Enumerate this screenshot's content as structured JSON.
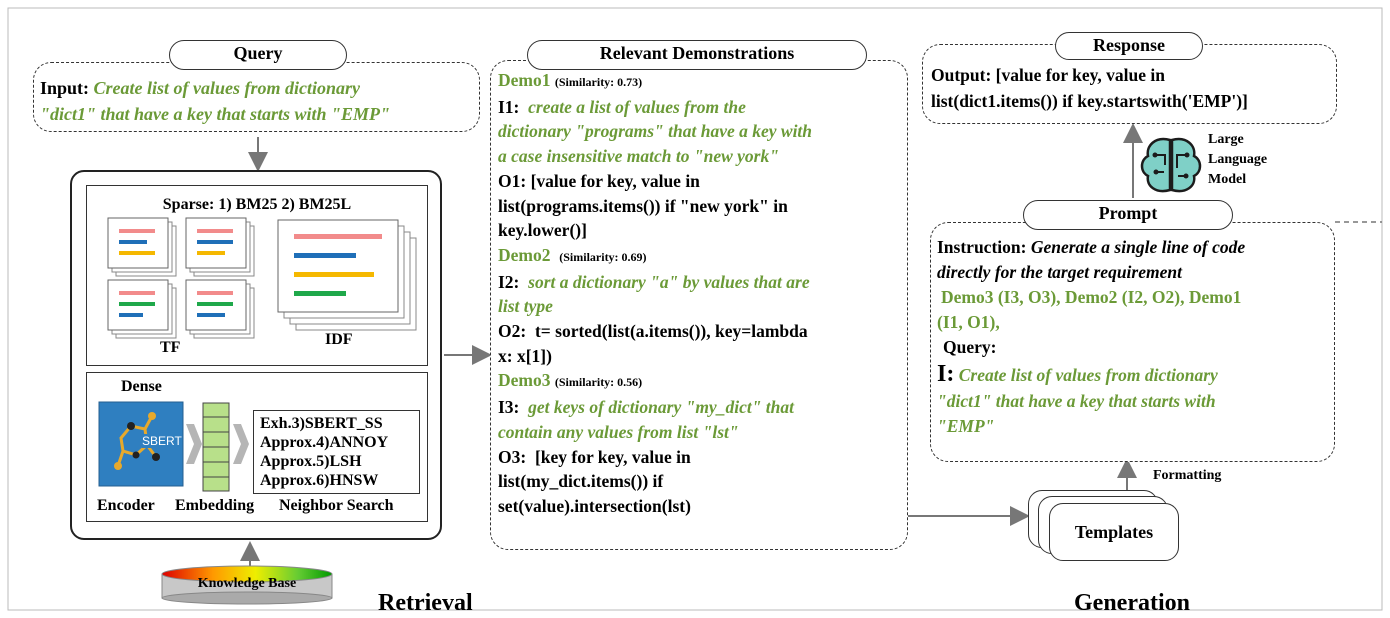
{
  "query": {
    "title": "Query",
    "input_label": "Input:",
    "input_lines": [
      "Create list of values from dictionary",
      "\"dict1\" that have a key that starts with \"EMP\""
    ]
  },
  "retrieval": {
    "sparse_title": "Sparse: 1) BM25 2) BM25L",
    "tf_label": "TF",
    "idf_label": "IDF",
    "dense_title": "Dense",
    "sbert_logo": "SBERT",
    "search_methods": [
      "Exh.3)SBERT_SS",
      "Approx.4)ANNOY",
      "Approx.5)LSH",
      "Approx.6)HNSW"
    ],
    "encoder_label": "Encoder",
    "embedding_label": "Embedding",
    "neighbor_label": "Neighbor Search",
    "knowledge_base": "Knowledge Base",
    "section_label": "Retrieval"
  },
  "demonstrations": {
    "title": "Relevant Demonstrations",
    "demos": [
      {
        "name": "Demo1",
        "similarity": "(Similarity: 0.73)",
        "input_label": "I1:",
        "input_lines": [
          "create a list of values from the",
          "dictionary \"programs\" that have a key with",
          "a case insensitive match to \"new york\""
        ],
        "output_label": "O1:",
        "output_lines": [
          "[value for key, value in",
          "list(programs.items()) if \"new york\" in",
          "key.lower()]"
        ]
      },
      {
        "name": "Demo2",
        "similarity": "(Similarity: 0.69)",
        "input_label": "I2:",
        "input_lines": [
          "sort a dictionary \"a\" by values that are",
          "list type"
        ],
        "output_label": "O2:",
        "output_lines": [
          "t= sorted(list(a.items()), key=lambda",
          "x: x[1])"
        ]
      },
      {
        "name": "Demo3",
        "similarity": "(Similarity: 0.56)",
        "input_label": "I3:",
        "input_lines": [
          "get keys of dictionary \"my_dict\" that",
          "contain any values from list \"lst\""
        ],
        "output_label": "O3:",
        "output_lines": [
          "[key for key, value in",
          "list(my_dict.items()) if",
          "set(value).intersection(lst)"
        ]
      }
    ]
  },
  "response": {
    "title": "Response",
    "output_label": "Output:",
    "output_lines": [
      "[value for key, value in",
      "list(dict1.items()) if key.startswith('EMP')]"
    ]
  },
  "llm": {
    "lines": [
      "Large",
      "Language",
      "Model"
    ]
  },
  "prompt": {
    "title": "Prompt",
    "instruction_label": "Instruction:",
    "instruction_lines": [
      "Generate a single line of code",
      "directly  for the target requirement"
    ],
    "demos_lines": [
      "Demo3 (I3, O3), Demo2 (I2, O2), Demo1",
      "(I1, O1),"
    ],
    "query_label": "Query:",
    "i_label": "I:",
    "query_lines": [
      "Create list of values from dictionary",
      "\"dict1\"   that have a key that starts with",
      "\"EMP\""
    ]
  },
  "formatting_label": "Formatting",
  "templates_label": "Templates",
  "generation_label": "Generation",
  "colors": {
    "green": "#6b9a37",
    "red": "#f28b8b",
    "blue": "#1f6fb8",
    "yellow": "#f5b800",
    "dgreen": "#1fa84a",
    "sbert": "#2f7fc0",
    "embedding": "#b8e08a"
  }
}
